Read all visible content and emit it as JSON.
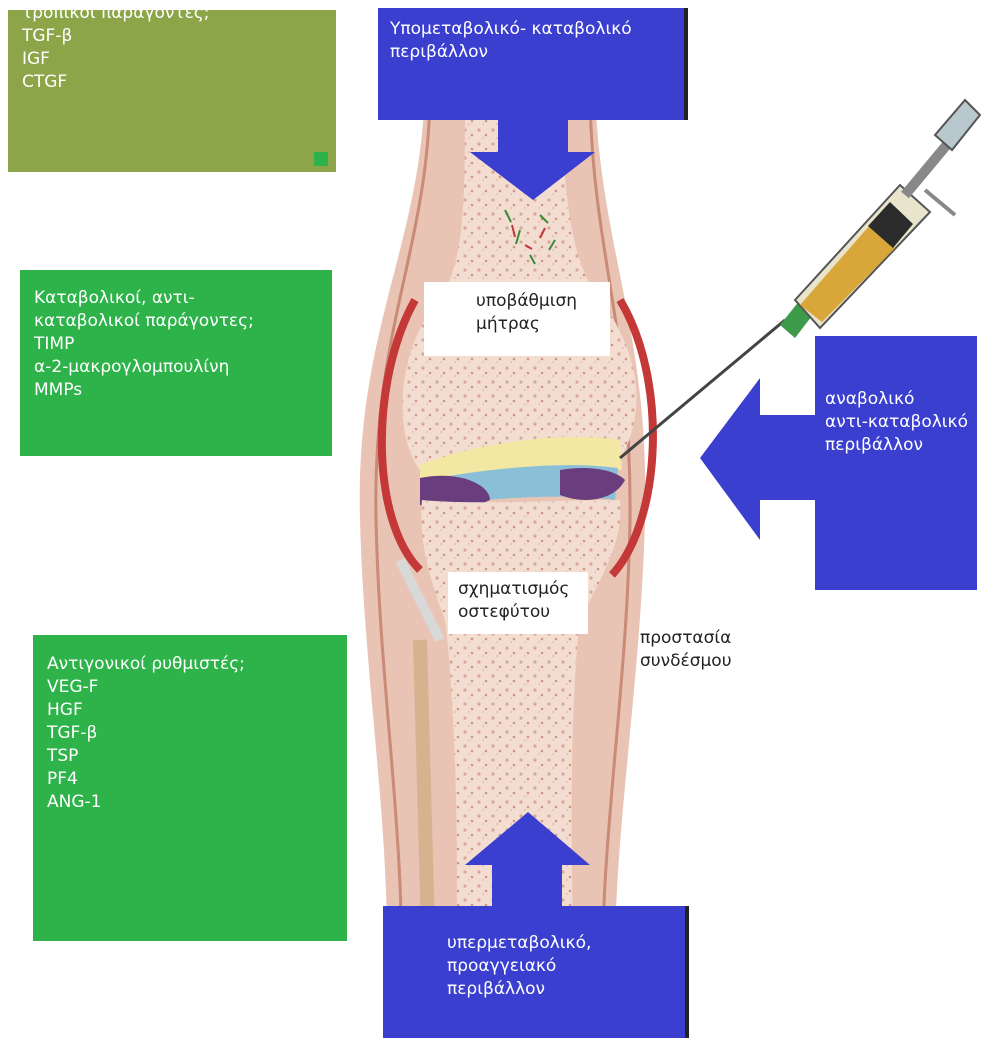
{
  "colors": {
    "olive": "#8ca548",
    "green": "#2db34a",
    "blue": "#3b3fcf",
    "arrow": "#3b3fcf"
  },
  "boxes": {
    "growth_factors": [
      "τροπικοί παράγοντες;",
      "TGF-β",
      "IGF",
      "CTGF"
    ],
    "catabolic": [
      "Καταβολικοί, αντι-",
      "καταβολικοί παράγοντες;",
      "TIMP",
      "α-2-μακρογλομπουλίνη",
      "MMPs"
    ],
    "angiogenic": [
      "Αντιγονικοί ρυθμιστές;",
      "VEG-F",
      "HGF",
      "TGF-β",
      "TSP",
      "PF4",
      "ANG-1"
    ],
    "top_env": [
      "Υπομεταβολικό- καταβολικό",
      "περιβάλλον"
    ],
    "right_env": [
      "αναβολικό",
      "αντι-καταβολικό",
      "περιβάλλον"
    ],
    "bottom_env": [
      "υπερμεταβολικό,",
      "προαγγειακό",
      "περιβάλλον"
    ]
  },
  "labels": {
    "matrix": [
      "υποβάθμιση",
      "μήτρας"
    ],
    "osteophyte": [
      "σχηματισμός",
      "οστεφύτου"
    ],
    "ligament": [
      "προστασία",
      "συνδέσμου"
    ]
  }
}
